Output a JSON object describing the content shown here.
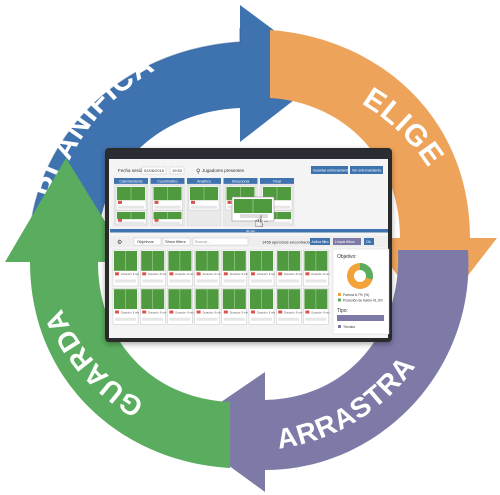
{
  "cycle": {
    "steps": [
      {
        "label": "PLANIFICA",
        "color": "#3f73b0"
      },
      {
        "label": "ELIGE",
        "color": "#eea35a"
      },
      {
        "label": "ARRASTRA",
        "color": "#7d7aa8"
      },
      {
        "label": "GUARDA",
        "color": "#5aad5e"
      }
    ]
  },
  "screenshot": {
    "top": {
      "date_label": "Fecha sesión",
      "date_value": "02/06/2015",
      "time_value": "19:53",
      "players_label": "Jugadores presentes",
      "btn_save": "Guardar entrenamiento",
      "btn_view": "Ver entrenamiento",
      "columns": [
        "Calentamiento",
        "Coordinativo",
        "Analítico",
        "Situacional",
        "Final"
      ],
      "strip_text": "30 min"
    },
    "filters": {
      "objetivos": "Objetivos",
      "show_filters": "Show filters",
      "search_placeholder": "Buscar...",
      "count": "1456 ejercicios encontrados",
      "btn_activa": "Activa filtro",
      "btn_limpia": "Limpia filtros",
      "btn_ok": "Ok"
    },
    "side": {
      "objetivo_label": "Objetivo:",
      "legend": [
        "Fuerza 6.7% (%)",
        "Posesión de balón 41.3%"
      ],
      "tipo_label": "Tipo:",
      "tipo_item": "Técnico"
    },
    "card_caption": "Duración: 8 min"
  }
}
